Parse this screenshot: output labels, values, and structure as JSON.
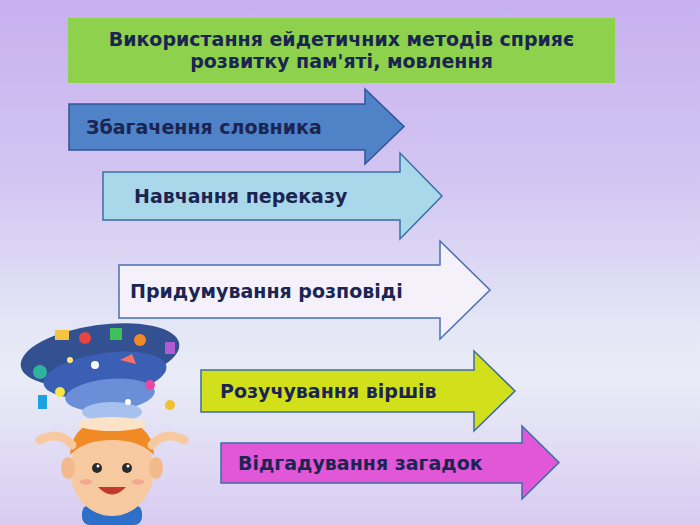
{
  "diagram": {
    "title": "Використання ейдетичних методів сприяє розвитку пам'яті, мовлення",
    "nodes": [
      {
        "text": [
          "Збагачення словника"
        ]
      },
      {
        "text": [
          "Навчання переказу"
        ]
      },
      {
        "text": [
          "Придумування розповіді"
        ]
      },
      {
        "text": [
          "Розучування віршів"
        ]
      },
      {
        "text": [
          "Відгадування загадок"
        ]
      }
    ]
  }
}
